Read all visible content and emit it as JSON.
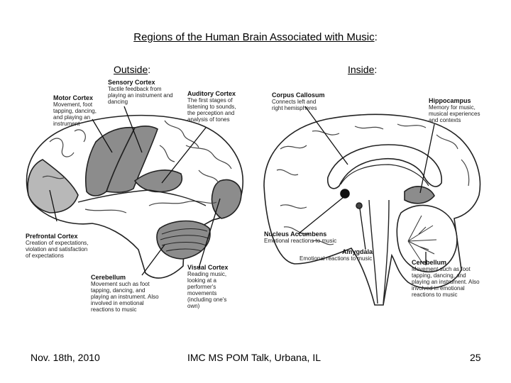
{
  "title": {
    "text": "Regions of the Human Brain Associated with Music",
    "suffix": ":"
  },
  "outside_heading": {
    "text": "Outside",
    "suffix": ":"
  },
  "inside_heading": {
    "text": "Inside",
    "suffix": ":"
  },
  "outside_labels": {
    "motor": {
      "name": "Motor Cortex",
      "desc": "Movement, foot tapping, dancing, and playing an instrument"
    },
    "sensory": {
      "name": "Sensory Cortex",
      "desc": "Tactile feedback from playing an instrument and dancing"
    },
    "auditory": {
      "name": "Auditory Cortex",
      "desc": "The first stages of listening to sounds, the perception and analysis of tones"
    },
    "prefrontal": {
      "name": "Prefrontal Cortex",
      "desc": "Creation of expectations, violation and satisfaction of expectations"
    },
    "cerebellum": {
      "name": "Cerebellum",
      "desc": "Movement such as foot tapping, dancing, and playing an instrument. Also involved in emotional reactions to music"
    },
    "visual": {
      "name": "Visual Cortex",
      "desc": "Reading music, looking at a performer's movements (including one's own)"
    }
  },
  "inside_labels": {
    "corpus": {
      "name": "Corpus Callosum",
      "desc": "Connects left and right hemispheres"
    },
    "hippocampus": {
      "name": "Hippocampus",
      "desc": "Memory for music, musical experiences and contexts"
    },
    "nucleus": {
      "name": "Nucleus Accumbens",
      "desc": "Emotional reactions to music"
    },
    "amygdala": {
      "name": "Amygdala",
      "desc": "Emotional reactions to music"
    },
    "cerebellum": {
      "name": "Cerebellum",
      "desc": "Movement such as foot tapping, dancing, and playing an instrument. Also involved in emotional reactions to music"
    }
  },
  "footer": {
    "date": "Nov. 18th, 2010",
    "venue": "IMC MS POM Talk, Urbana, IL",
    "page": "25"
  },
  "colors": {
    "region_fill": "#8c8c8c",
    "region_light": "#b8b8b8",
    "line": "#222222"
  }
}
